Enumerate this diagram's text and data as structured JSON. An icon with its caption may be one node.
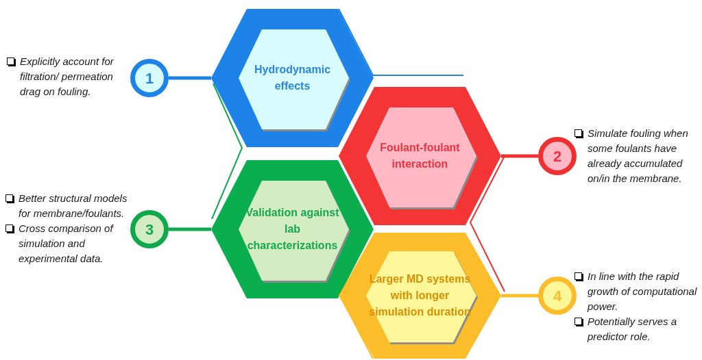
{
  "diagram": {
    "nodes": [
      {
        "text": [
          "Hydrodynamic effects"
        ]
      },
      {
        "text": [
          "Foulant-foulant interaction"
        ]
      },
      {
        "text": [
          "Validation against lab characterizations"
        ]
      },
      {
        "text": [
          "Larger MD systems with longer simulation duration"
        ]
      },
      {
        "text": [
          "1"
        ],
        "beside": [
          "Explicitly account for filtration/ permeation drag on fouling."
        ]
      },
      {
        "text": [
          "2"
        ],
        "beside": [
          "Simulate fouling when some foulants have already accumulated on/in the membrane."
        ]
      },
      {
        "text": [
          "3"
        ],
        "beside": [
          "Better structural models for membrane/foulants.",
          "Cross comparison of simulation and experimental data."
        ]
      },
      {
        "text": [
          "4"
        ],
        "beside": [
          "In line with the rapid growth of computational power.",
          "Potentially serves a predictor role."
        ]
      }
    ],
    "edges": [
      {
        "from": 4,
        "to": 0,
        "arrow": "none",
        "color": "#1e83e8"
      },
      {
        "from": 5,
        "to": 1,
        "arrow": "none",
        "color": "#f03030"
      },
      {
        "from": 6,
        "to": 2,
        "arrow": "none",
        "color": "#10a84c"
      },
      {
        "from": 7,
        "to": 3,
        "arrow": "none",
        "color": "#fbbd2c"
      }
    ]
  }
}
